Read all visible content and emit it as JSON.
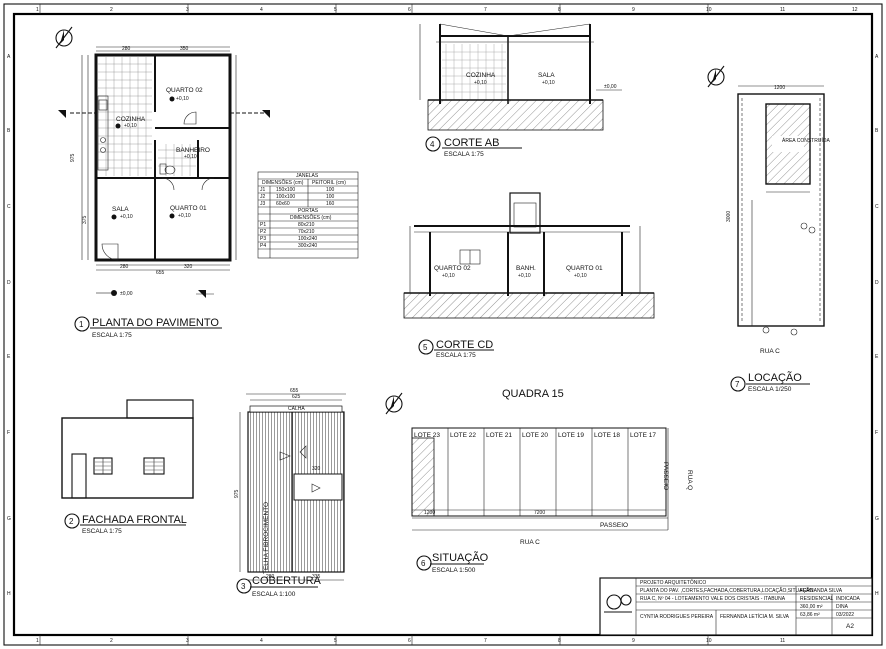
{
  "border": {
    "columns": [
      "1",
      "2",
      "3",
      "4",
      "5",
      "6",
      "7",
      "8",
      "9",
      "10",
      "11",
      "12"
    ],
    "rows": [
      "A",
      "B",
      "C",
      "D",
      "E",
      "F",
      "G",
      "H"
    ]
  },
  "planta": {
    "number": "1",
    "title": "PLANTA DO PAVIMENTO",
    "scale": "ESCALA 1:75",
    "rooms": {
      "quarto02": "QUARTO 02",
      "quarto02_lvl": "+0,10",
      "cozinha": "COZINHA",
      "cozinha_lvl": "+0,10",
      "banheiro": "BANHEIRO",
      "banheiro_lvl": "+0,10",
      "sala": "SALA",
      "sala_lvl": "+0,10",
      "quarto01": "QUARTO 01",
      "quarto01_lvl": "+0,10"
    },
    "dims": {
      "top_a": "280",
      "top_b": "350",
      "bot_a": "280",
      "bot_b": "320",
      "bot_total": "655",
      "left": "975",
      "side": "375"
    },
    "ground_level": "±0,00"
  },
  "janelas": {
    "title": "JANELAS",
    "headers": [
      "DIMENSÕES (cm)",
      "PEITORIL (cm)"
    ],
    "rows": [
      [
        "J1",
        "150x100",
        "100"
      ],
      [
        "J2",
        "100x100",
        "100"
      ],
      [
        "J3",
        "60x60",
        "160"
      ]
    ]
  },
  "portas": {
    "title": "PORTAS",
    "headers": [
      "DIMENSÕES (cm)"
    ],
    "rows": [
      [
        "P1",
        "80x210"
      ],
      [
        "P2",
        "70x210"
      ],
      [
        "P3",
        "100x240"
      ],
      [
        "P4",
        "300x240"
      ]
    ]
  },
  "corte_ab": {
    "number": "4",
    "title": "CORTE AB",
    "scale": "ESCALA 1:75",
    "cozinha": "COZINHA",
    "cozinha_lvl": "+0,10",
    "sala": "SALA",
    "sala_lvl": "+0,10",
    "ground": "±0,00"
  },
  "corte_cd": {
    "number": "5",
    "title": "CORTE CD",
    "scale": "ESCALA 1:75",
    "quarto02": "QUARTO 02",
    "quarto02_lvl": "+0,10",
    "banh": "BANH.",
    "banh_lvl": "+0,10",
    "quarto01": "QUARTO 01",
    "quarto01_lvl": "+0,10"
  },
  "locacao": {
    "number": "7",
    "title": "LOCAÇÃO",
    "scale": "ESCALA 1/250",
    "area": "ÁREA CONSTRUÍDA",
    "top_dim": "1200",
    "side_dim": "3000",
    "street": "RUA C"
  },
  "fachada": {
    "number": "2",
    "title": "FACHADA FRONTAL",
    "scale": "ESCALA 1:75"
  },
  "cobertura": {
    "number": "3",
    "title": "COBERTURA",
    "scale": "ESCALA 1:100",
    "telha": "TELHA FIBROCIMENTO",
    "calha": "CALHA",
    "dim_total": "655",
    "dim_inner": "625",
    "dim_side": "975",
    "dim_mid": "320",
    "dim_a": "280",
    "dim_b": "335"
  },
  "situacao": {
    "number": "6",
    "title": "SITUAÇÃO",
    "scale": "ESCALA 1:500",
    "quadra": "QUADRA 15",
    "lotes": [
      "LOTE 23",
      "LOTE 22",
      "LOTE 21",
      "LOTE 20",
      "LOTE 19",
      "LOTE 18",
      "LOTE 17"
    ],
    "rua_c": "RUA C",
    "rua_q": "RUA Q",
    "passeio_v": "PASSEIO",
    "passeio_h": "PASSEIO",
    "dim_lot": "1200",
    "dim_total": "7200"
  },
  "titleblock": {
    "project": "PROJETO ARQUITETÔNICO",
    "content": "PLANTA DO PAV. ,CORTES,FACHADA,COBERTURA,LOCAÇÃO,SITUAÇÃO",
    "address": "RUA C, Nº 04 - LOTEAMENTO VALE DOS CRISTAIS - ITABUNA",
    "owner": "FERNANDA SILVA",
    "use": "RESIDENCIAL",
    "status": "INDICADA",
    "area_lot": "360,00 m²",
    "area_built": "63,86 m²",
    "tech": "DINA",
    "date": "03/2022",
    "sheet": "A2",
    "resp1": "CYNTIA RODRIGUES PEREIRA",
    "resp2": "FERNANDA LETÍCIA M. SILVA"
  }
}
